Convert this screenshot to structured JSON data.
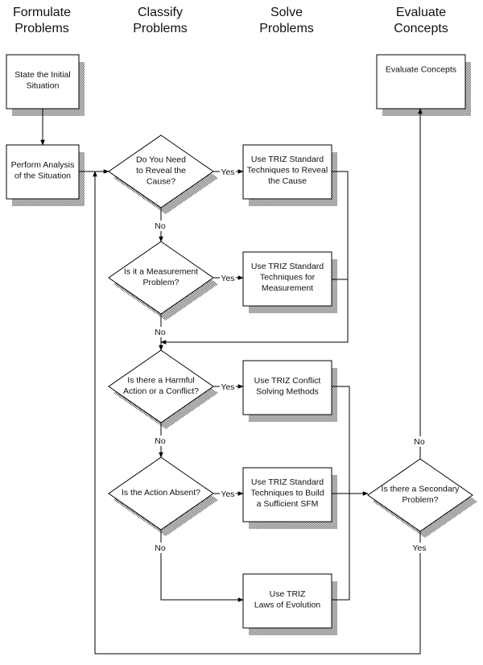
{
  "columns": {
    "formulate": [
      "Formulate",
      "Problems"
    ],
    "classify": [
      "Classify",
      "Problems"
    ],
    "solve": [
      "Solve",
      "Problems"
    ],
    "evaluate": [
      "Evaluate",
      "Concepts"
    ]
  },
  "boxes": {
    "state_initial": [
      "State the Initial",
      "Situation"
    ],
    "perform_analysis": [
      "Perform Analysis",
      "of the Situation"
    ],
    "evaluate_concepts": [
      "Evaluate Concepts"
    ],
    "reveal_cause": [
      "Use TRIZ Standard",
      "Techniques to Reveal",
      "the Cause"
    ],
    "measurement": [
      "Use TRIZ Standard",
      "Techniques for",
      "Measurement"
    ],
    "conflict": [
      "Use TRIZ Conflict",
      "Solving Methods"
    ],
    "build_sfm": [
      "Use TRIZ Standard",
      "Techniques to Build",
      "a Sufficient SFM"
    ],
    "laws_evolution": [
      "Use TRIZ",
      "Laws of Evolution"
    ]
  },
  "decisions": {
    "reveal_cause_q": [
      "Do You Need",
      "to Reveal the",
      "Cause?"
    ],
    "measurement_q": [
      "Is it a Measurement",
      "Problem?"
    ],
    "harmful_q": [
      "Is there a Harmful",
      "Action or a Conflict?"
    ],
    "absent_q": [
      "Is the Action Absent?"
    ],
    "secondary_q": [
      "Is there a Secondary",
      "Problem?"
    ]
  },
  "labels": {
    "yes": "Yes",
    "no": "No"
  }
}
